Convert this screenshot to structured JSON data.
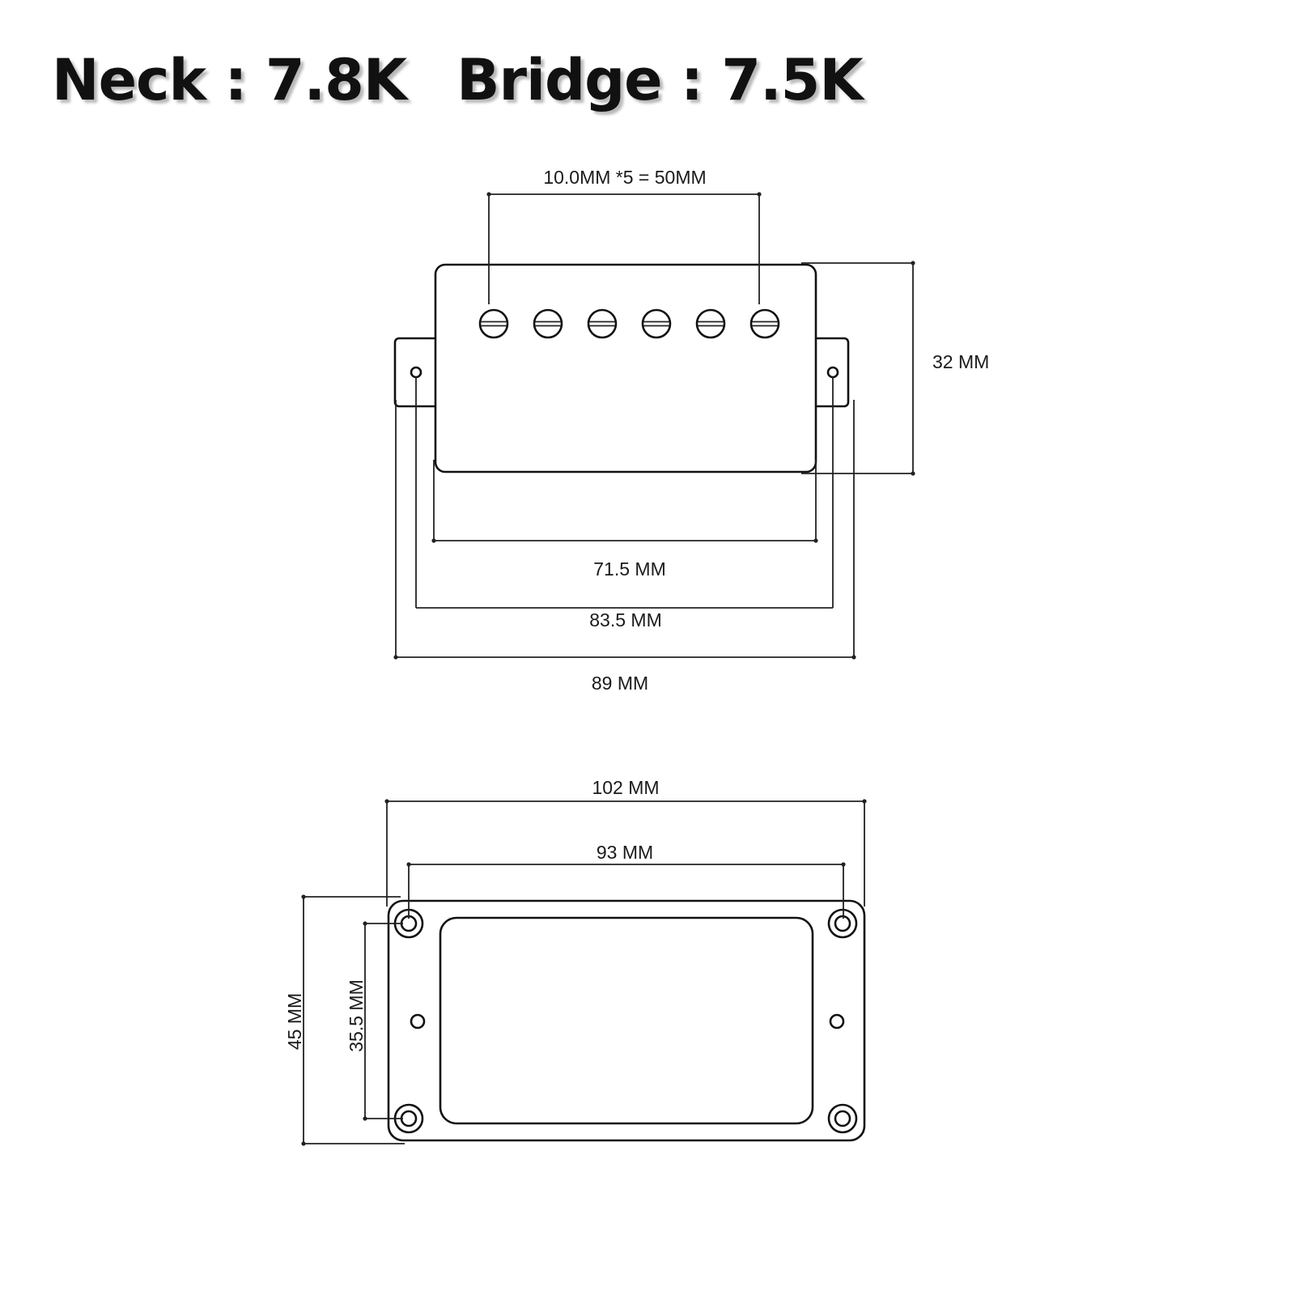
{
  "title": {
    "neck": "Neck : 7.8K",
    "bridge": "Bridge : 7.5K"
  },
  "dimensions": {
    "pole_spacing": "10.0MM *5 = 50MM",
    "height": "32 MM",
    "cover_width": "71.5 MM",
    "hole_spacing": "83.5 MM",
    "overall_width": "89 MM",
    "ring_width": "102 MM",
    "ring_hole_spacing": "93 MM",
    "ring_height": "45 MM",
    "ring_hole_vertical": "35.5 MM"
  },
  "colors": {
    "line": "#222222",
    "text": "#1a1a1a"
  }
}
